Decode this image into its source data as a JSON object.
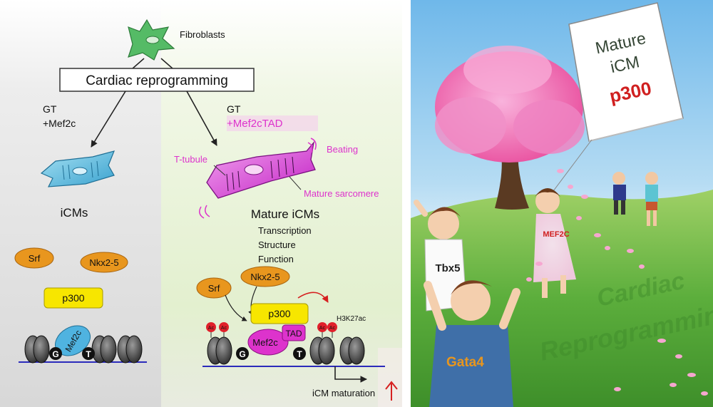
{
  "diagram": {
    "top": {
      "cell_label": "Fibroblasts",
      "process_label": "Cardiac reprogramming"
    },
    "left_branch": {
      "factors_line1": "GT",
      "factors_line2": "+Mef2c",
      "cell_label": "iCMs",
      "factors": {
        "srf": "Srf",
        "nkx": "Nkx2-5",
        "p300": "p300",
        "mef2c": "Mef2c"
      },
      "dna_letters": {
        "g": "G",
        "t": "T"
      }
    },
    "right_branch": {
      "factors_line1": "GT",
      "factors_line2": "+Mef2cTAD",
      "labels": {
        "ttubule": "T-tubule",
        "beating": "Beating",
        "sarcomere": "Mature sarcomere",
        "cell": "Mature iCMs"
      },
      "properties": [
        "Transcription",
        "Structure",
        "Function"
      ],
      "factors": {
        "srf": "Srf",
        "nkx": "Nkx2-5",
        "p300": "p300",
        "mef2c": "Mef2c",
        "tad": "TAD"
      },
      "acetyl_mark": "Ac",
      "histone_mark": "H3K27ac",
      "dna_letters": {
        "g": "G",
        "t": "T"
      },
      "outcome": "iCM maturation"
    }
  },
  "illustration": {
    "kite_text": [
      "Mature",
      "iCM",
      "p300"
    ],
    "girl_dress": "MEF2C",
    "boy_left_shirt": "Tbx5",
    "boy_front_shirt": "Gata4",
    "watermark": [
      "Cardiac",
      "Reprogramming"
    ]
  },
  "colors": {
    "magenta": "#dd33cc",
    "fibroblast_green": "#55bb66",
    "icm_blue": "#55b8dd",
    "factor_orange": "#e8961e",
    "p300_yellow": "#f7e600",
    "sky": "#a9d6f2",
    "grass": "#5cae3c",
    "blossom": "#f07ac0"
  }
}
